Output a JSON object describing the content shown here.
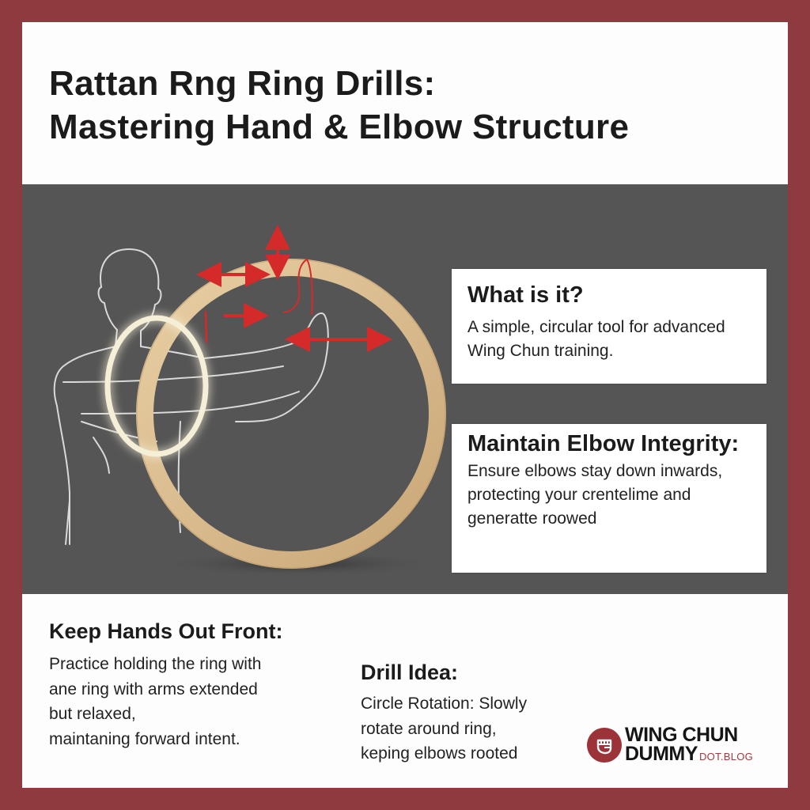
{
  "colors": {
    "frame": "#8e3a3f",
    "panel": "#fdfdfd",
    "band": "#555555",
    "ring": "#dcbf94",
    "glow_ring": "#f6efd8",
    "arrows": "#d42a2a",
    "outline": "#d9d9d9",
    "logo_accent": "#9b3338"
  },
  "header": {
    "title_line1": "Rattan Rng Ring Drills:",
    "title_line2": "Mastering Hand & Elbow Structure"
  },
  "illustration": {
    "description": "Line-art torso with extended arm holding a large wooden rattan ring, red directional arrows and glowing highlight ring at shoulder",
    "icons": [
      "human-outline-figure",
      "rattan-ring",
      "glow-ring",
      "double-arrow-horizontal",
      "double-arrow-vertical",
      "arrow-right"
    ]
  },
  "cards": [
    {
      "heading": "What is it?",
      "body": "A simple, circular tool for advanced Wing Chun training."
    },
    {
      "heading": "Maintain Elbow Integrity:",
      "body": "Ensure elbows stay down inwards, protecting your crentelime and generatte roowed"
    }
  ],
  "sections": [
    {
      "heading": "Keep Hands Out Front:",
      "lines": [
        "Practice holding the ring with",
        "ane ring with arms extended",
        "but relaxed,",
        "maintaning forward intent."
      ]
    },
    {
      "heading": "Drill Idea:",
      "lines": [
        "Circle Rotation: Slowly",
        "rotate around ring,",
        "keping elbows rooted"
      ]
    }
  ],
  "logo": {
    "icon": "fist-icon",
    "line1": "WING CHUN",
    "line2": "DUMMY",
    "suffix": "DOT.BLOG"
  }
}
